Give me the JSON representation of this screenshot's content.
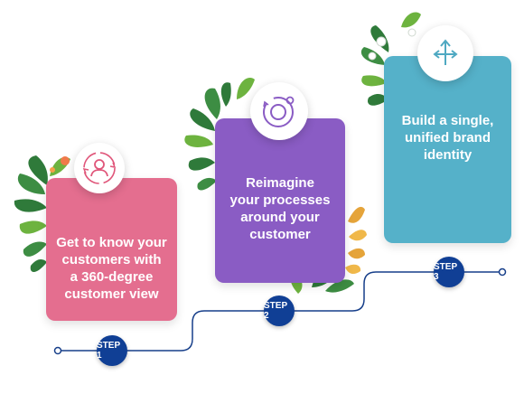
{
  "steps": [
    {
      "id": "step1",
      "label": "STEP 1",
      "text": "Get to know your\ncustomers with\na 360-degree\ncustomer view",
      "icon": "user-cycle-icon"
    },
    {
      "id": "step2",
      "label": "STEP 2",
      "text": "Reimagine\nyour processes\naround your\ncustomer",
      "icon": "process-loop-icon"
    },
    {
      "id": "step3",
      "label": "STEP 3",
      "text": "Build a single,\nunified brand\nidentity",
      "icon": "split-arrows-icon"
    }
  ],
  "colors": {
    "card1": "#e46e8f",
    "card2": "#8a5cc4",
    "card3": "#55b1c9",
    "badge": "#103f95",
    "connector": "#173f8a",
    "icon_pink": "#e0567a",
    "icon_purple": "#8a5cc4",
    "icon_teal": "#4fa9c2",
    "leaf_dark": "#2f7a3a",
    "leaf_light": "#6db33f"
  }
}
